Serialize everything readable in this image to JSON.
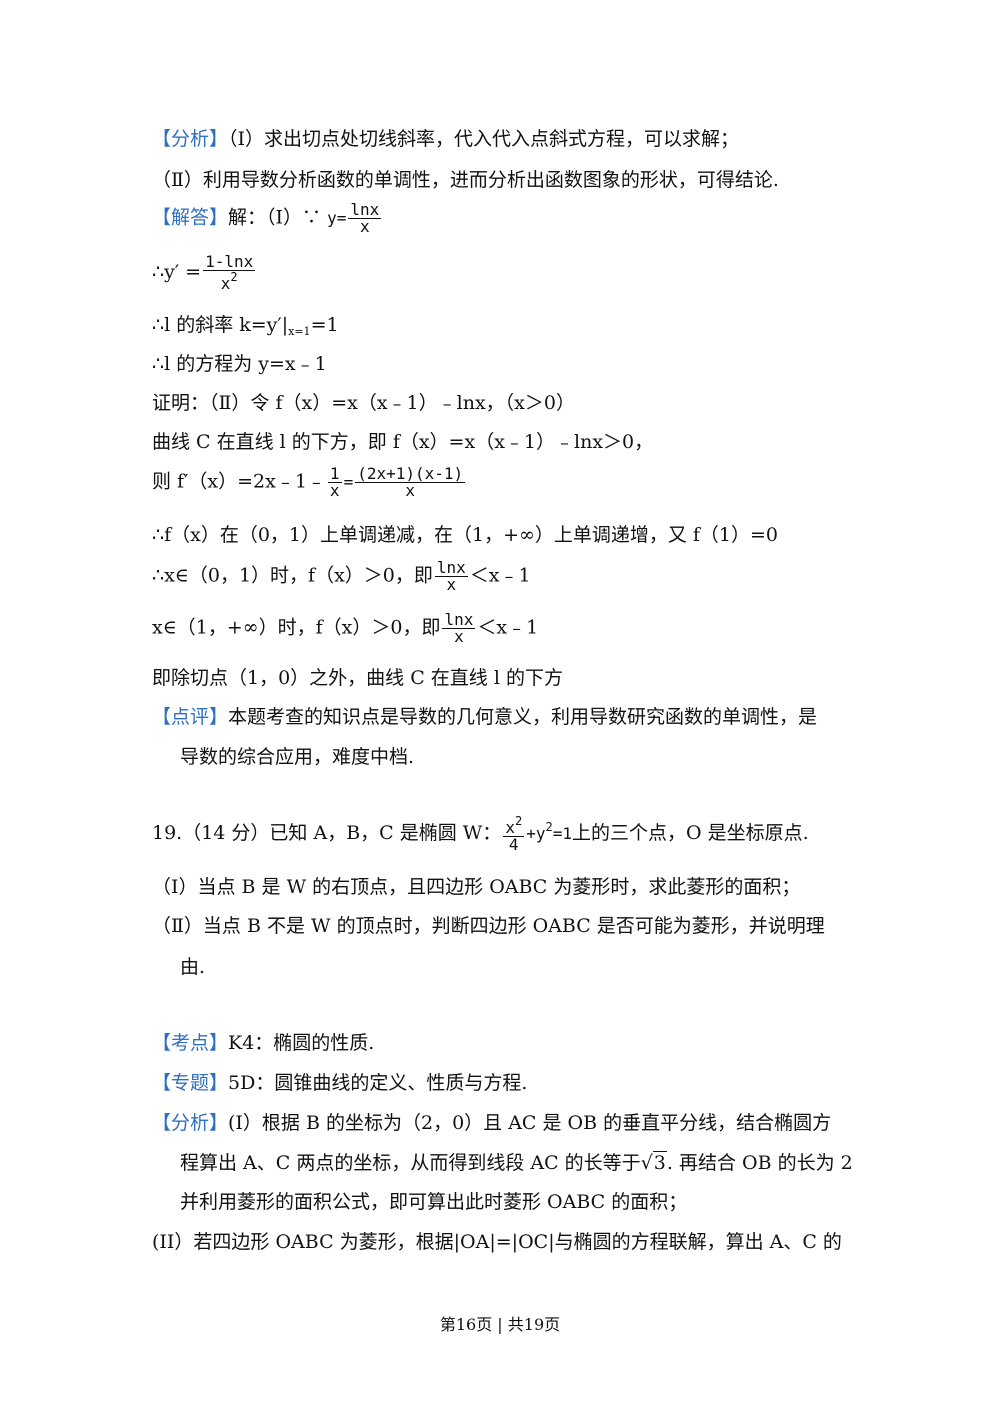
{
  "colors": {
    "tag": "#2f6fc2",
    "text": "#111111"
  },
  "part1": {
    "analysis_tag": "【分析】",
    "analysis_1": "（Ⅰ）求出切点处切线斜率，代入代入点斜式方程，可以求解；",
    "analysis_2": "（Ⅱ）利用导数分析函数的单调性，进而分析出函数图象的形状，可得结论.",
    "answer_tag": "【解答】",
    "answer_intro": "解：（Ⅰ）∵",
    "y_eq": "y=",
    "lnx": "lnx",
    "x": "x",
    "therefore_yprime": "∴y′ =",
    "one_minus_lnx": "1-lnx",
    "x_sq_base": "x",
    "sq": "2",
    "slope_a": "∴l 的斜率 k=y′|",
    "slope_sub": "x=1",
    "slope_b": "=1",
    "line_eq": "∴l 的方程为 y=x﹣1",
    "proof_2": "证明：（Ⅱ）令 f（x）=x（x﹣1）﹣lnx，（x＞0）",
    "curve_below": "曲线 C 在直线 l 的下方，即 f（x）=x（x﹣1）﹣lnx＞0，",
    "fprime_a": "则 f′（x）=2x﹣1﹣",
    "one": "1",
    "equals": "=",
    "prod_num": "(2x+1)(x-1)",
    "monotonic": "∴f（x）在（0，1）上单调递减，在（1，+∞）上单调递增，又 f（1）=0",
    "case1_a": "∴x∈（0，1）时，f（x）＞0，即",
    "case_tail": "＜x﹣1",
    "case2_a": "x∈（1，+∞）时，f（x）＞0，即",
    "conclusion": "即除切点（1，0）之外，曲线 C 在直线 l 的下方",
    "comment_tag": "【点评】",
    "comment_1": "本题考查的知识点是导数的几何意义，利用导数研究函数的单调性，是",
    "comment_2": "导数的综合应用，难度中档."
  },
  "q19": {
    "stem_a": "19.（14 分）已知 A，B，C 是椭圆 W：",
    "x2": "x",
    "two": "2",
    "four": "4",
    "plus_y": "+y",
    "eq_one": "=1",
    "stem_b": "上的三个点，O 是坐标原点.",
    "part_i": "（Ⅰ）当点 B 是 W 的右顶点，且四边形 OABC 为菱形时，求此菱形的面积；",
    "part_ii_a": "（Ⅱ）当点 B 不是 W 的顶点时，判断四边形 OABC 是否可能为菱形，并说明理",
    "part_ii_b": "由.",
    "kaodian_tag": "【考点】",
    "kaodian": "K4：椭圆的性质.",
    "zhuanti_tag": "【专题】",
    "zhuanti": "5D：圆锥曲线的定义、性质与方程.",
    "fenxi_tag": "【分析】",
    "fenxi_1": "(I）根据 B 的坐标为（2，0）且 AC 是 OB 的垂直平分线，结合椭圆方",
    "fenxi_2a": "程算出 A、C 两点的坐标，从而得到线段 AC 的长等于",
    "sqrt3": "3",
    "fenxi_2b": ". 再结合 OB 的长为 2",
    "fenxi_3": "并利用菱形的面积公式，即可算出此时菱形 OABC 的面积；",
    "fenxi_4": "(II）若四边形 OABC 为菱形，根据|OA|=|OC|与椭圆的方程联解，算出 A、C 的"
  },
  "footer": "第16页 | 共19页"
}
